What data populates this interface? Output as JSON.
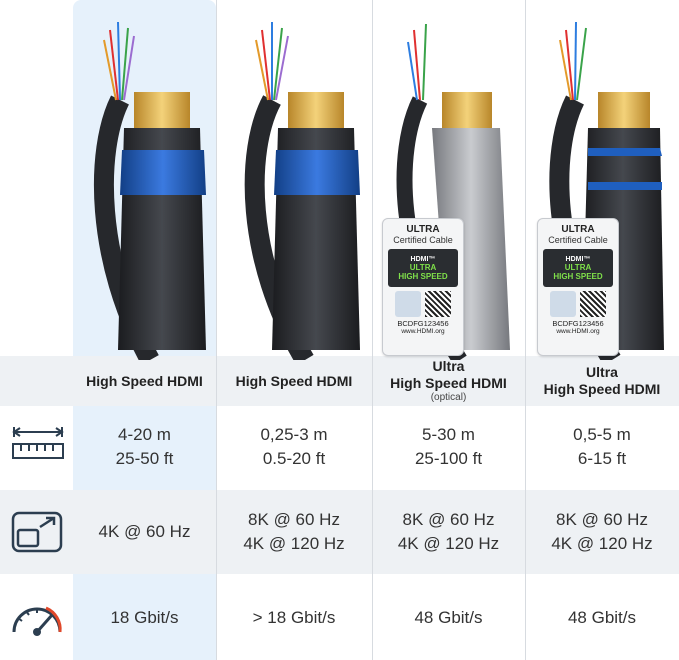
{
  "columns": [
    {
      "name": "High Speed HDMI",
      "name_sub": "",
      "length_m": "4-20 m",
      "length_ft": "25-50 ft",
      "res_1": "4K @ 60 Hz",
      "res_2": "",
      "speed": "18 Gbit/s",
      "highlighted": true
    },
    {
      "name": "High Speed HDMI",
      "name_sub": "",
      "length_m": "0,25-3 m",
      "length_ft": "0.5-20 ft",
      "res_1": "8K @ 60 Hz",
      "res_2": "4K @ 120 Hz",
      "speed": "> 18 Gbit/s",
      "highlighted": false
    },
    {
      "name_line1": "Ultra",
      "name_line2": "High Speed HDMI",
      "name_sub": "(optical)",
      "length_m": "5-30 m",
      "length_ft": "25-100 ft",
      "res_1": "8K @ 60 Hz",
      "res_2": "4K @ 120 Hz",
      "speed": "48 Gbit/s",
      "highlighted": false
    },
    {
      "name_line1": "Ultra",
      "name_line2": "High Speed HDMI",
      "name_sub": "",
      "length_m": "0,5-5 m",
      "length_ft": "6-15 ft",
      "res_1": "8K @ 60 Hz",
      "res_2": "4K @ 120 Hz",
      "speed": "48 Gbit/s",
      "highlighted": false
    }
  ],
  "certification_label": {
    "ultra": "ULTRA",
    "certified": "Certified Cable",
    "hdmi": "HDMI™",
    "ultra_green": "ULTRA",
    "high_speed": "HIGH SPEED",
    "code": "BCDFG123456",
    "url": "www.HDMI.org"
  },
  "row_icons": [
    "length-ruler-icon",
    "resolution-screen-icon",
    "speedometer-icon"
  ],
  "colors": {
    "highlight": "#e6f1fb",
    "band": "#eef1f4",
    "cable_blue": "#1f5fbf",
    "cable_black": "#2a2c30",
    "gold": "#d9a83a",
    "silver": "#9a9ca1"
  }
}
